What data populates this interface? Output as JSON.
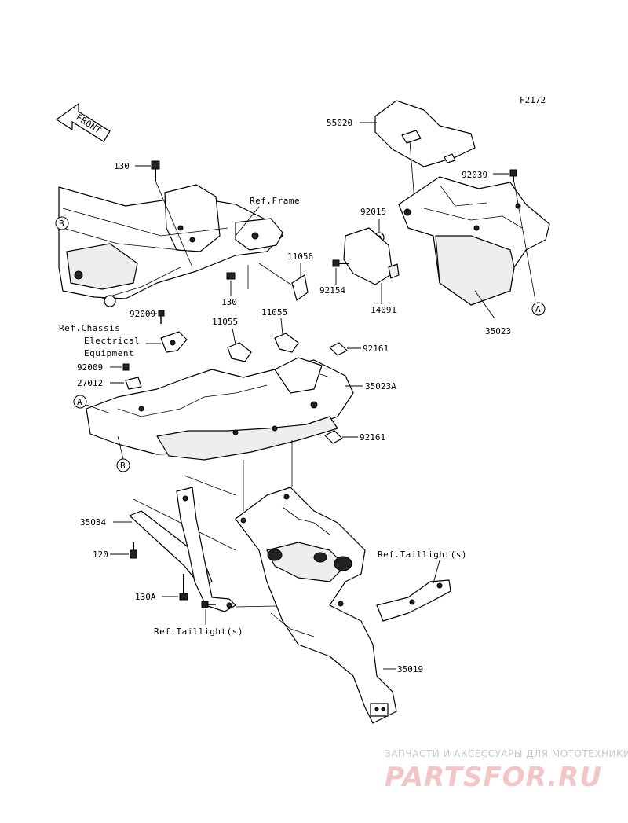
{
  "figure_code": "F2172",
  "front_arrow": "FRONT",
  "labels": {
    "p55020": "55020",
    "p92039": "92039",
    "p92015": "92015",
    "p92154": "92154",
    "p14091": "14091",
    "p35023": "35023",
    "p130_top": "130",
    "p130_mid": "130",
    "p11056": "11056",
    "p11055_a": "11055",
    "p11055_b": "11055",
    "p92009_a": "92009",
    "p92009_b": "92009",
    "p27012": "27012",
    "p92161_a": "92161",
    "p92161_b": "92161",
    "p35023A": "35023A",
    "p35034": "35034",
    "p120": "120",
    "p130A": "130A",
    "p35019": "35019"
  },
  "refs": {
    "frame": "Ref.Frame",
    "chassis_1": "Ref.Chassis",
    "chassis_2": "Electrical",
    "chassis_3": "Equipment",
    "taillight_right": "Ref.Taillight(s)",
    "taillight_left": "Ref.Taillight(s)"
  },
  "markers": {
    "a1": "A",
    "a2": "A",
    "b1": "B",
    "b2": "B"
  },
  "watermark": {
    "line1": "ЗАПЧАСТИ И АКСЕССУАРЫ ДЛЯ МОТОТЕХНИКИ",
    "line2": "PARTSFOR.RU"
  }
}
